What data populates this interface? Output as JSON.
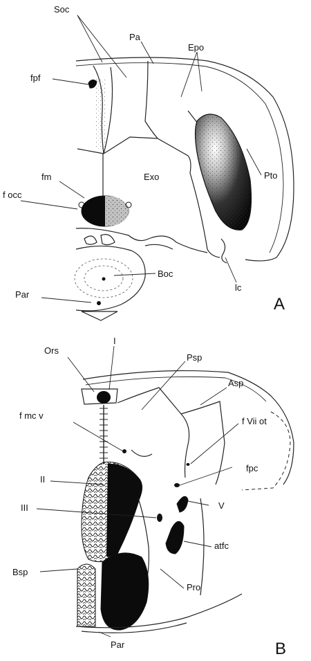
{
  "figure": {
    "panels": [
      "A",
      "B"
    ],
    "panel_a_labels": {
      "soc": "Soc",
      "pa": "Pa",
      "epo": "Epo",
      "fpf": "fpf",
      "fm": "fm",
      "exo": "Exo",
      "pto": "Pto",
      "focc": "f occ",
      "boc": "Boc",
      "lc": "lc",
      "par": "Par"
    },
    "panel_b_labels": {
      "ors": "Ors",
      "i": "I",
      "psp": "Psp",
      "asp": "Asp",
      "fviiot": "f Vii ot",
      "fmcv": "f mc v",
      "fpc": "fpc",
      "ii": "II",
      "v": "V",
      "iii": "III",
      "atfc": "atfc",
      "bsp": "Bsp",
      "pro": "Pro",
      "par": "Par"
    }
  }
}
